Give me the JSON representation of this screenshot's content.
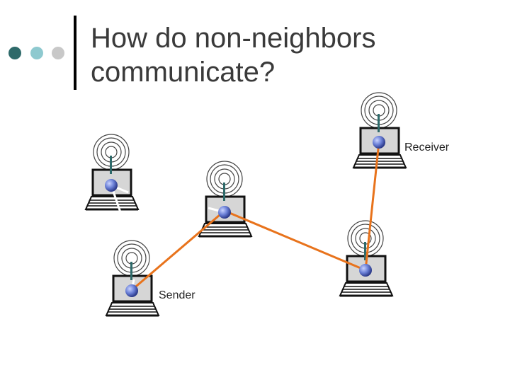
{
  "slide": {
    "title_line1": "How do non-neighbors",
    "title_line2": "communicate?"
  },
  "diagram": {
    "labels": {
      "receiver": "Receiver",
      "sender": "Sender"
    },
    "nodes": [
      {
        "id": "node-a",
        "role": "neighbor"
      },
      {
        "id": "node-b",
        "role": "relay"
      },
      {
        "id": "node-c",
        "role": "relay"
      },
      {
        "id": "node-receiver",
        "role": "receiver"
      },
      {
        "id": "node-sender",
        "role": "sender"
      }
    ],
    "route": [
      "node-sender",
      "node-b",
      "node-c",
      "node-receiver"
    ],
    "colors": {
      "route": "#e8731c",
      "node_dot": "#5a70c8",
      "screen": "#d6d6d6",
      "dot_dark": "#2e6a6a",
      "dot_light": "#8ec9cf",
      "dot_grey": "#c8c8c8"
    },
    "icons": [
      "laptop-icon",
      "wireless-antenna-icon",
      "radio-wave-icon"
    ]
  }
}
